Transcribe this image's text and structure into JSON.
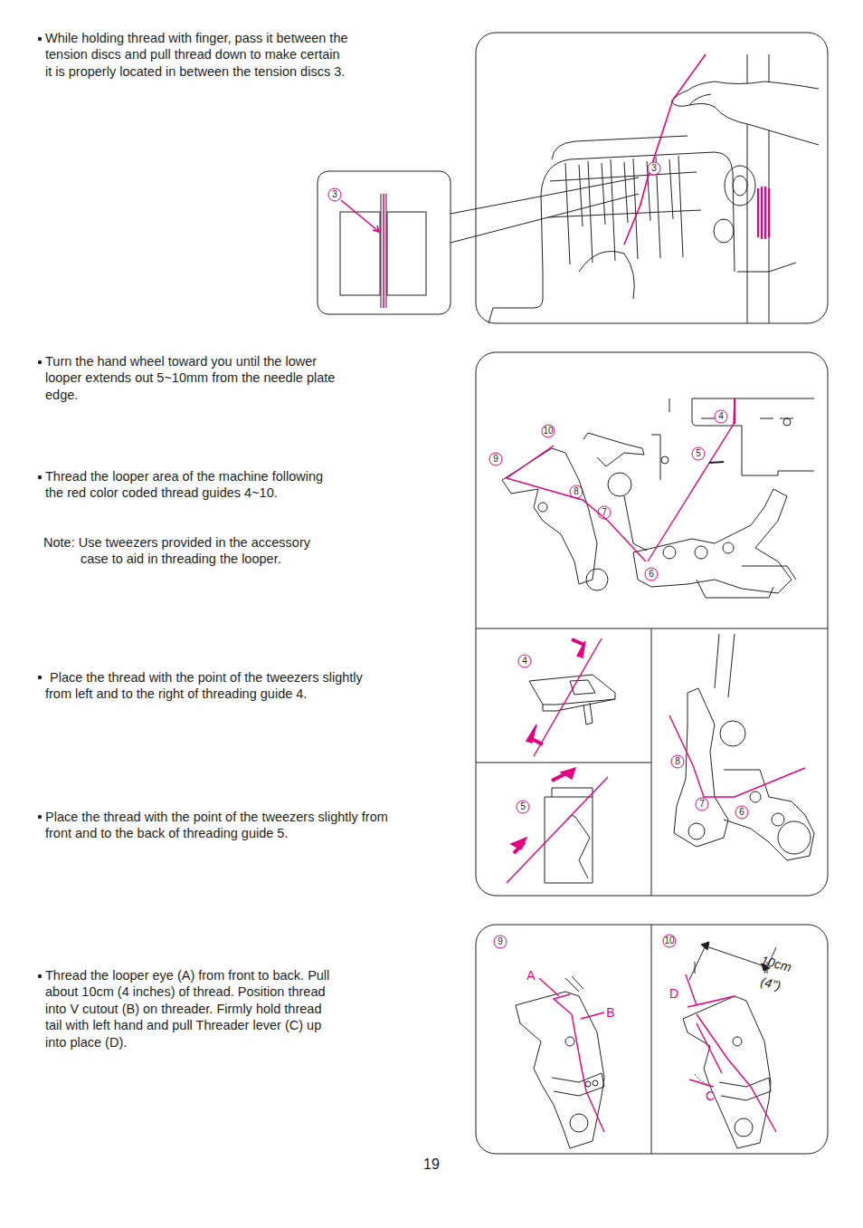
{
  "diagram": {
    "labels": [
      "While holding thread with finger, pass it between the tension discs and pull thread down to make certain it is properly located in between the tension discs 3.",
      "3",
      "3",
      "Turn the hand wheel toward you until the lower looper extends out 5~10mm from the needle plate edge.",
      "Thread the looper area of the machine following the red color coded thread guides 4~10.",
      "Note: Use tweezers provided in the accessory case to aid in threading the looper.",
      "10",
      "9",
      "4",
      "5",
      "8",
      "7",
      "6",
      "Place the thread with the point of the tweezers slightly from left and to the right of threading guide 4.",
      "4",
      "Place the thread with the point of the tweezers slightly from front and to the back of threading guide 5.",
      "5",
      "8",
      "7",
      "6",
      "Thread the looper eye (A) from front to back. Pull about 10cm (4 inches) of thread. Position thread into V cutout (B) on threader. Firmly hold thread tail with left hand and pull Threader lever (C) up into place (D).",
      "9",
      "A",
      "B",
      "10",
      "10cm",
      "(4\")",
      "D",
      "C",
      "19"
    ]
  }
}
